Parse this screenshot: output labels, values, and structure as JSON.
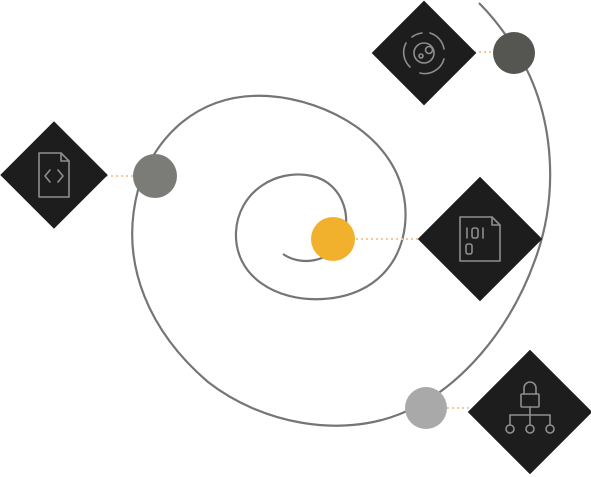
{
  "colors": {
    "background": "#ffffff",
    "spiral": "#757575",
    "diamond": "#1d1d1d",
    "icon_stroke": "#8e8e8e",
    "connector": "#f2c9a0",
    "node_center": "#f2b12d",
    "node_top": "#555551",
    "node_left": "#7b7b78",
    "node_bottom": "#a9a9a9"
  },
  "nodes": [
    {
      "id": "center",
      "icon": "binary-file-icon",
      "color": "#f2b12d"
    },
    {
      "id": "left",
      "icon": "code-file-icon",
      "color": "#7b7b78"
    },
    {
      "id": "top",
      "icon": "orbit-icon",
      "color": "#555551"
    },
    {
      "id": "bottom",
      "icon": "lock-network-icon",
      "color": "#a9a9a9"
    }
  ]
}
